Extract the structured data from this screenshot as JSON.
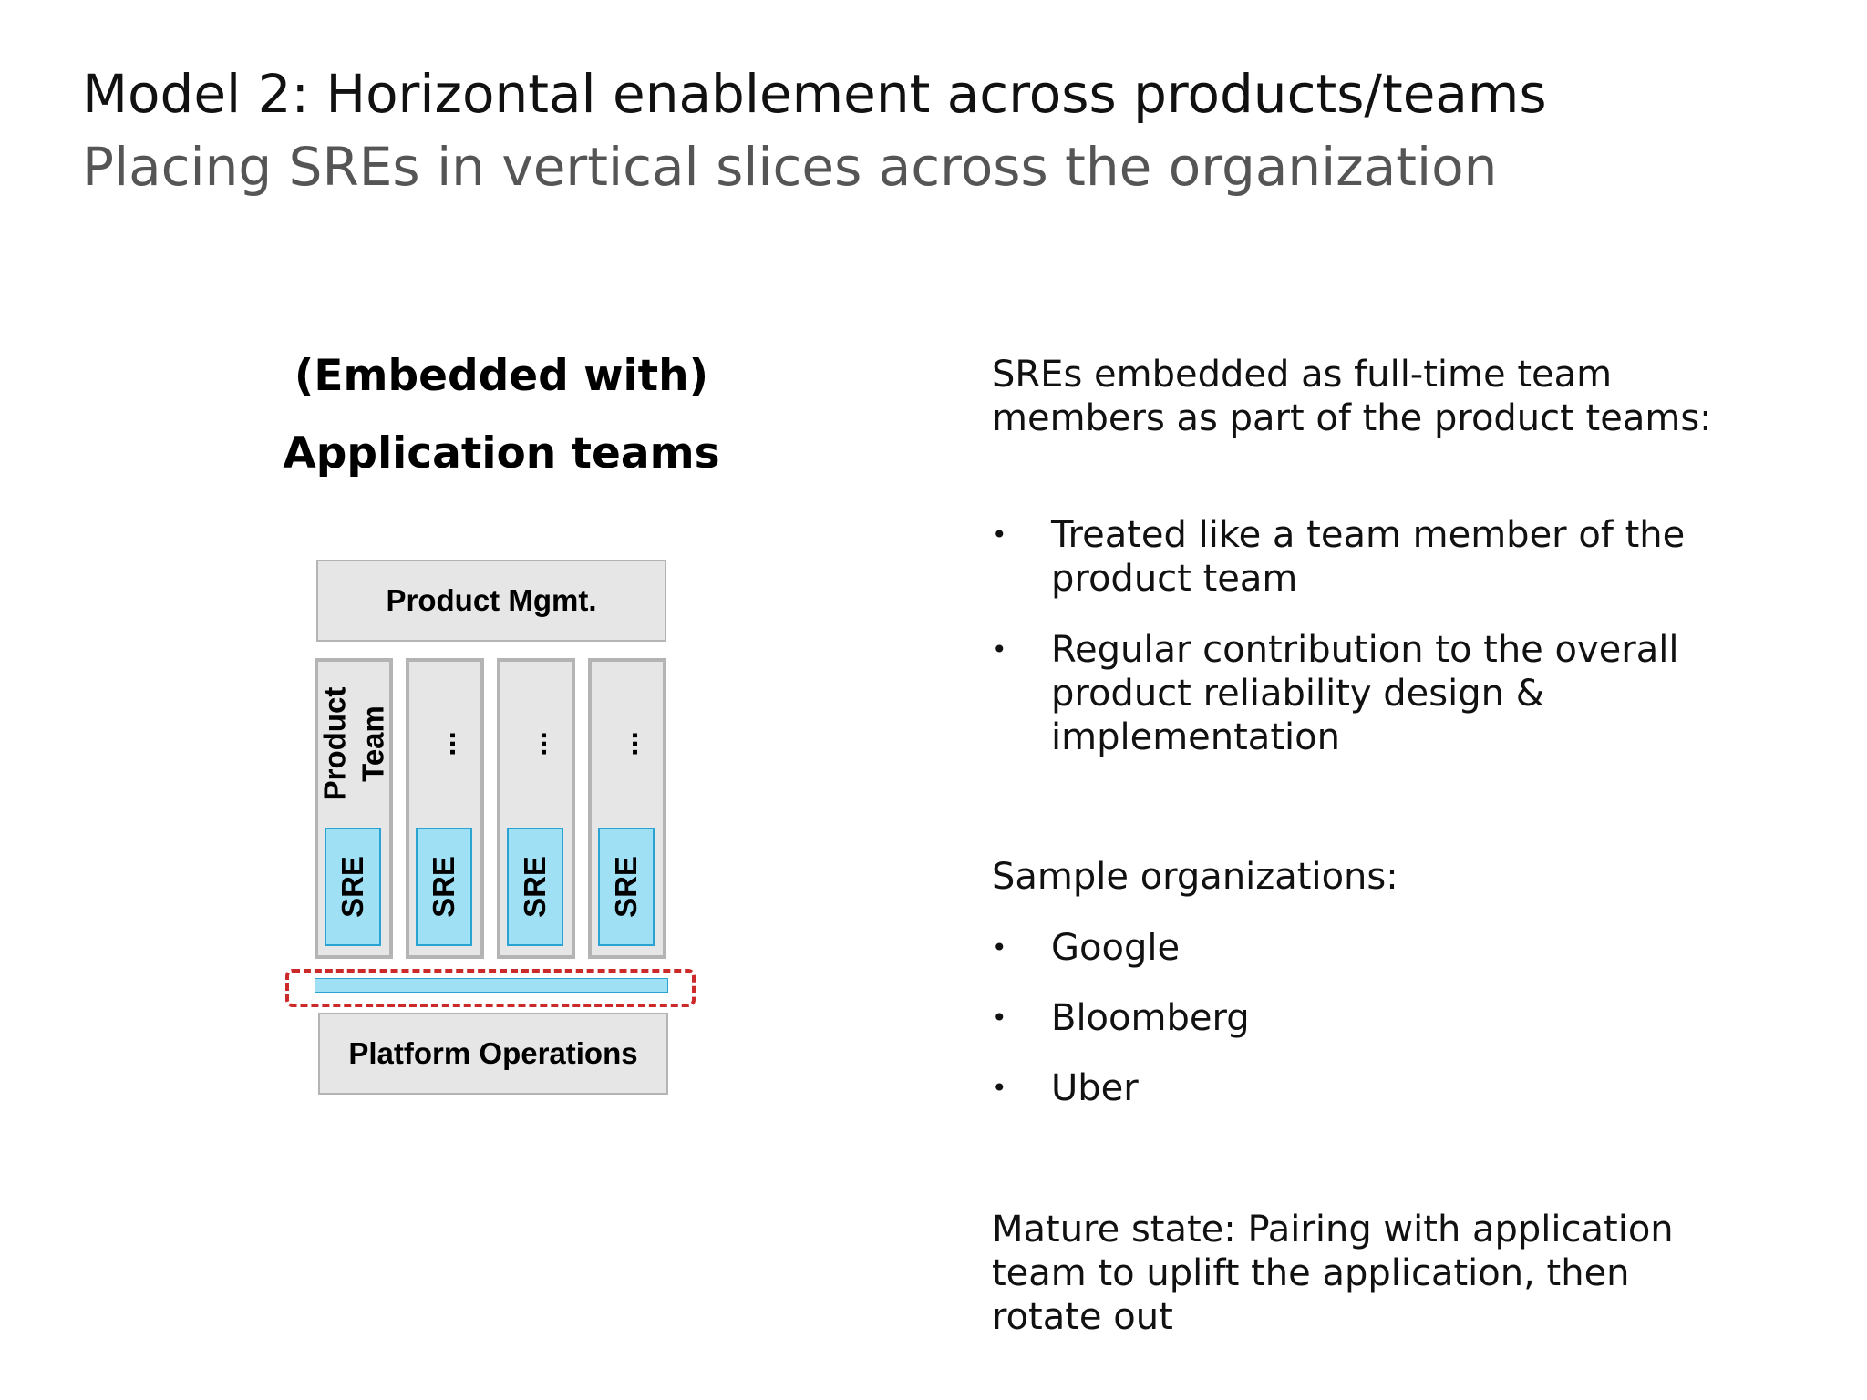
{
  "header": {
    "title": "Model 2: Horizontal enablement across products/teams",
    "subtitle": "Placing SREs in vertical slices across the organization"
  },
  "diagram": {
    "heading_line1": "(Embedded with)",
    "heading_line2": "Application teams",
    "top_box": "Product Mgmt.",
    "bottom_box": "Platform Operations",
    "columns": [
      {
        "label": "Product\nTeam",
        "sre": "SRE"
      },
      {
        "label": "...",
        "sre": "SRE"
      },
      {
        "label": "...",
        "sre": "SRE"
      },
      {
        "label": "...",
        "sre": "SRE"
      }
    ],
    "colors": {
      "box_fill": "#e6e6e6",
      "box_border": "#b4b4b4",
      "sre_fill": "#9fe0f5",
      "sre_border": "#2aa3d3",
      "dashed_frame": "#cc2a2a"
    }
  },
  "right": {
    "intro": "SREs embedded as full-time team members as part of the product teams:",
    "bullet_glyph": "•",
    "bullets": [
      "Treated like a team member of the product team",
      "Regular contribution to the overall product reliability design & implementation"
    ],
    "sample_heading": "Sample organizations:",
    "orgs": [
      "Google",
      "Bloomberg",
      "Uber"
    ],
    "mature": "Mature state: Pairing with application team to uplift the application, then rotate out"
  }
}
